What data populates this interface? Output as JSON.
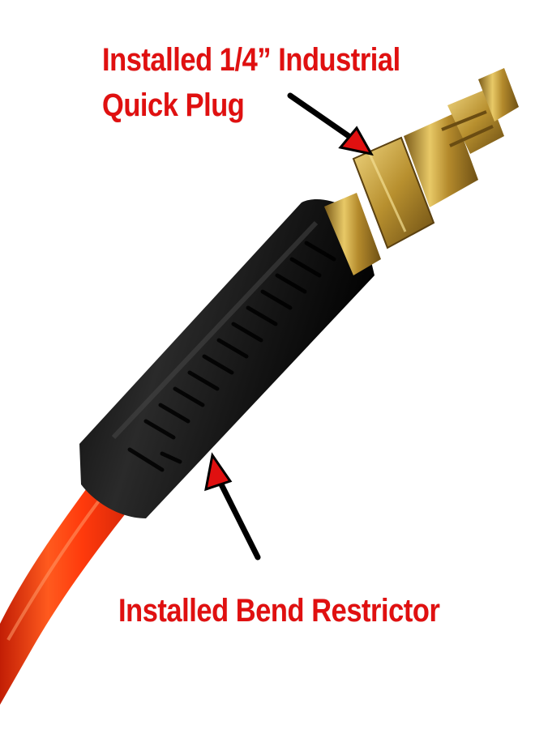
{
  "annotations": {
    "quick_plug_line1": "Installed 1/4” Industrial",
    "quick_plug_line2": "Quick Plug",
    "bend_restrictor": "Installed Bend Restrictor"
  },
  "colors": {
    "label_text": "#e01010",
    "arrow": "#000000",
    "arrow_head": "#e01010",
    "hose": "#ff3d10",
    "restrictor": "#111111",
    "brass": "#c9a23c",
    "background": "#ffffff"
  }
}
